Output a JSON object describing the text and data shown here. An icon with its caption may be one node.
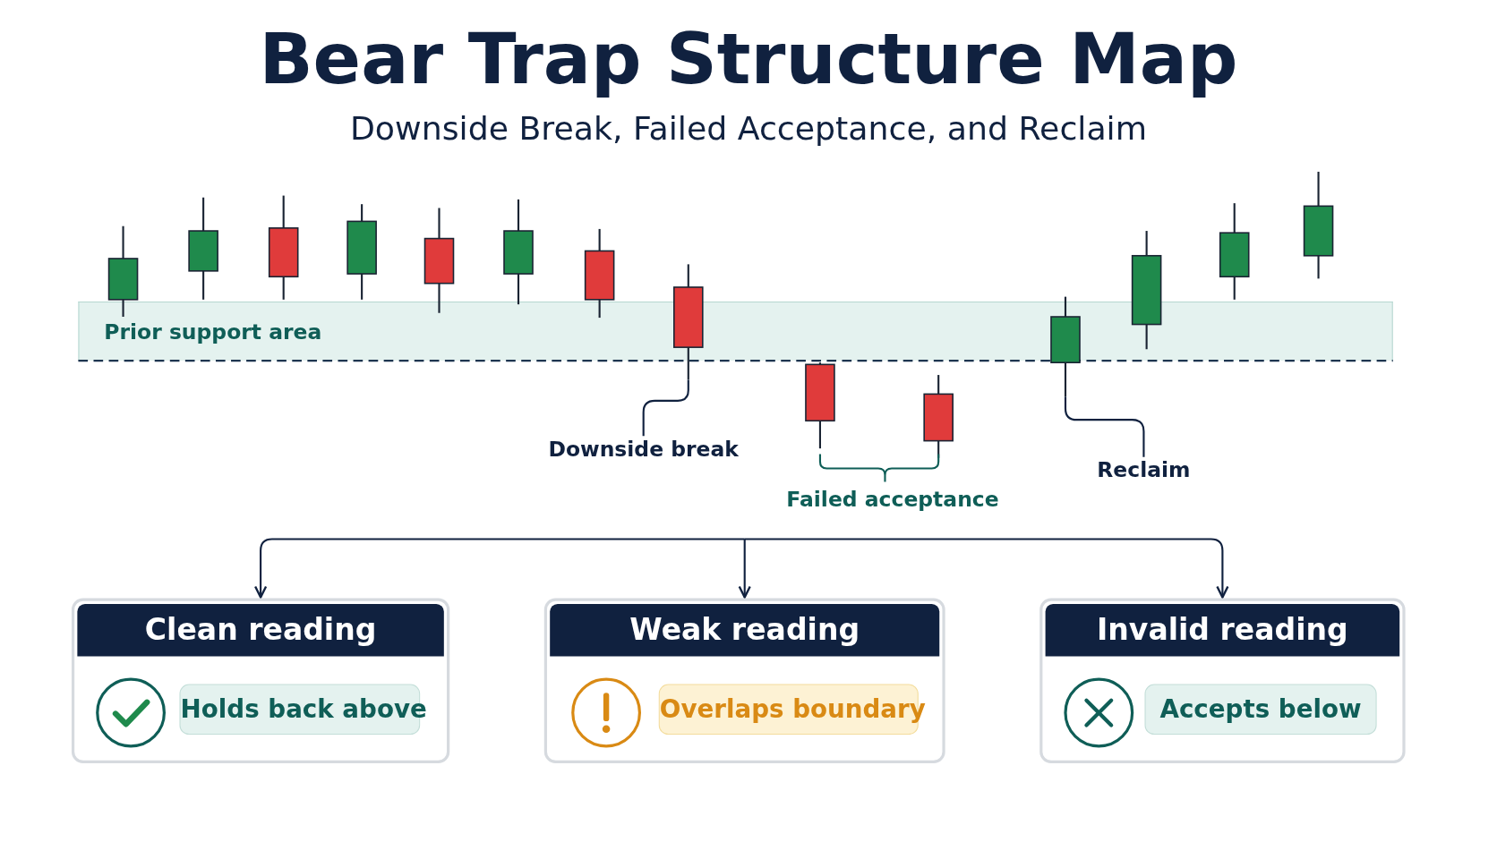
{
  "diagram": {
    "title": "Bear Trap Structure Map",
    "nodes": [
      {
        "text": [
          "Prior support area"
        ]
      },
      {
        "text": [
          "Downside break"
        ]
      },
      {
        "text": [
          "Reclaim"
        ]
      },
      {
        "text": [
          "Clean reading"
        ]
      },
      {
        "text": [
          "Holds back above"
        ],
        "in": 3
      },
      {
        "text": [
          "Weak reading"
        ]
      },
      {
        "text": [
          "Overlaps boundary"
        ],
        "in": 5
      },
      {
        "text": [
          "Invalid reading"
        ]
      },
      {
        "text": [
          "Accepts below"
        ],
        "in": 7
      },
      {
        "text": [],
        "shape": "bar"
      },
      {
        "text": [],
        "shape": "bar"
      }
    ],
    "edges": [
      {
        "from": 1,
        "to": 9,
        "arrow": "none"
      },
      {
        "from": 2,
        "to": 10,
        "arrow": "none"
      },
      {
        "from": null,
        "to": 3,
        "arrow": "to"
      },
      {
        "from": null,
        "to": 5,
        "arrow": "to"
      },
      {
        "from": null,
        "to": 7,
        "arrow": "to"
      }
    ],
    "labels": [
      "Downside Break, Failed Acceptance, and Reclaim",
      "Failed acceptance"
    ]
  }
}
